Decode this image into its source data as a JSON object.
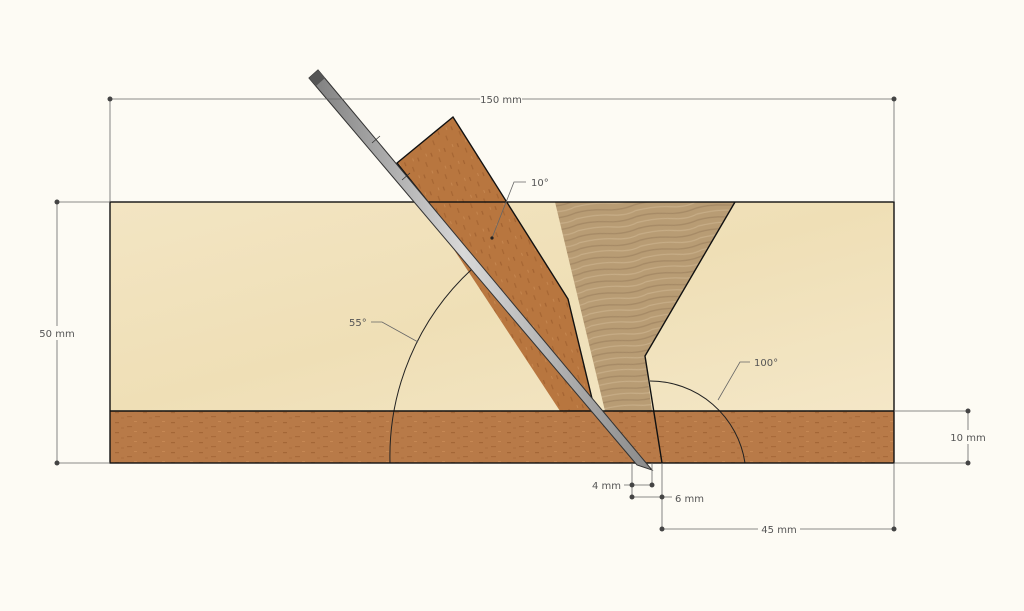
{
  "diagram": {
    "dimensions": {
      "total_length": "150 mm",
      "height": "50 mm",
      "base_thickness": "10 mm",
      "offset_a": "4 mm",
      "offset_b": "6 mm",
      "offset_c": "45 mm"
    },
    "angles": {
      "wedge": "10°",
      "blade": "55°",
      "throat": "100°"
    },
    "colors": {
      "background": "#fdfbf4",
      "body_light": "#f1e3bf",
      "base_wood": "#b87846",
      "wedge_wood": "#b5733e",
      "mouth_wood": "#b59a73",
      "blade_steel": "#9a9a9a"
    }
  }
}
